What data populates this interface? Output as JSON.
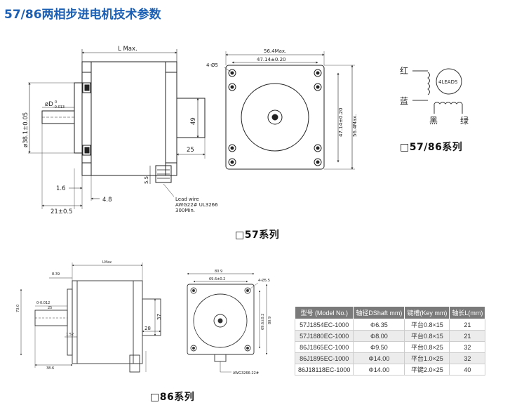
{
  "header": {
    "title_num": "57/86",
    "title_cn": "两相步进电机技术参数"
  },
  "nema57": {
    "series_label": "□57系列",
    "dims": {
      "l_max": "L Max.",
      "d_tol": "øD",
      "d_sub": "-0.013",
      "d_sup": "0",
      "boss": "ø38.1±0.05",
      "v49": "49",
      "h25": "25",
      "v55": "5.5",
      "h16": "1.6",
      "h48": "4.8",
      "h21": "21±0.5",
      "holes": "4-Ø5",
      "w564": "56.4Max.",
      "w4714": "47.14±0.20",
      "v4714": "47.14±0.20",
      "v564": "56.4Max.",
      "lead1": "Lead wire",
      "lead2": "AWG22# UL3266",
      "lead3": "300Min."
    }
  },
  "wiring": {
    "red": "红",
    "blue": "蓝",
    "leads": "4LEADS",
    "black": "黑",
    "green": "绿",
    "caption": "□57/86系列"
  },
  "nema86": {
    "series_label": "□86系列",
    "dims": {
      "lmax": "LMax",
      "d839": "8.39",
      "boss": "73.0",
      "shaft": "0-0.012",
      "h25": "25",
      "v37": "37",
      "h28": "28",
      "h152": "1.52",
      "h386": "38.6",
      "top809": "80.9",
      "top696": "69.6±0.2",
      "holes": "4-Ø5.5",
      "v696": "69.6±0.2",
      "v809": "80.9",
      "awg": "AWG3266-22#"
    }
  },
  "spec_table": {
    "headers": [
      "型号 (Model No.)",
      "轴径DShaft mm)",
      "键槽(Key mm)",
      "轴长L(mm)"
    ],
    "rows": [
      [
        "57J1854EC-1000",
        "Φ6.35",
        "平台0.8×15",
        "21"
      ],
      [
        "57J1880EC-1000",
        "Φ8.00",
        "平台0.8×15",
        "21"
      ],
      [
        "86J1865EC-1000",
        "Φ9.50",
        "平台0.8×25",
        "32"
      ],
      [
        "86J1895EC-1000",
        "Φ14.00",
        "平台1.0×25",
        "32"
      ],
      [
        "86J18118EC-1000",
        "Φ14.00",
        "平键2.0×25",
        "40"
      ]
    ]
  }
}
